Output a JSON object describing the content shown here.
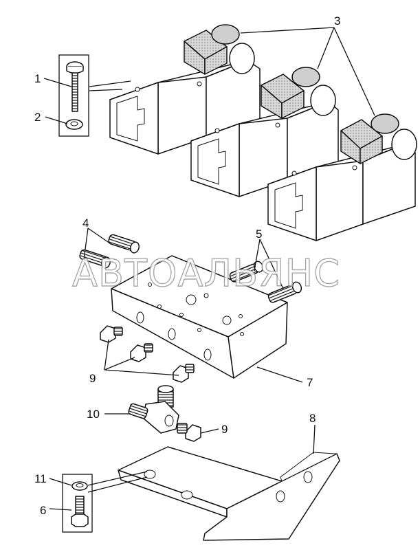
{
  "watermark": "АВТОАЛЬЯНС",
  "callouts": {
    "c1": "1",
    "c2": "2",
    "c3": "3",
    "c4": "4",
    "c5": "5",
    "c6": "6",
    "c7": "7",
    "c8": "8",
    "c9a": "9",
    "c9b": "9",
    "c10": "10",
    "c11": "11"
  },
  "colors": {
    "line": "#111111",
    "coil": "#d6d6d6",
    "watermark_stroke": "#9a9a9a"
  }
}
